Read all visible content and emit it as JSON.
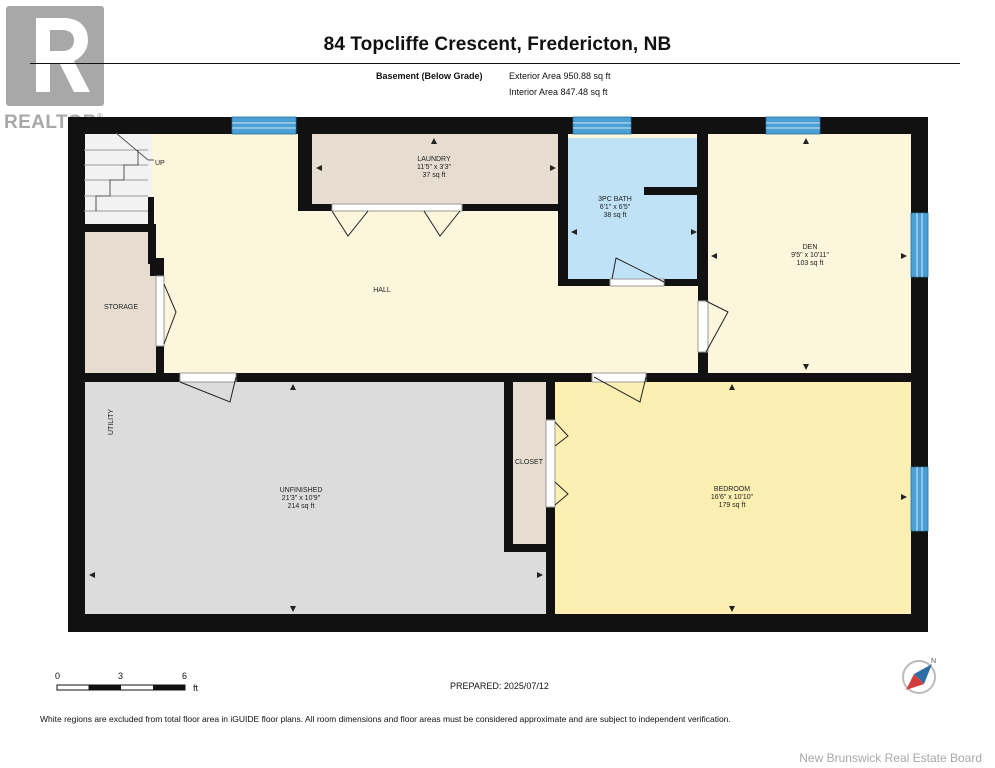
{
  "header": {
    "title": "84 Topcliffe Crescent, Fredericton, NB",
    "level_name": "Basement (Below Grade)",
    "exterior_area": "Exterior Area 950.88 sq ft",
    "interior_area": "Interior Area 847.48 sq ft"
  },
  "branding": {
    "realtor_logo_text": "REALTOR",
    "watermark": "New Brunswick Real Estate Board"
  },
  "rooms": {
    "laundry": {
      "name": "LAUNDRY",
      "dims": "11'5\" x 3'3\"",
      "area": "37 sq ft"
    },
    "bath": {
      "name": "3PC BATH",
      "dims": "6'1\" x 6'5\"",
      "area": "38 sq ft"
    },
    "den": {
      "name": "DEN",
      "dims": "9'5\" x 10'11\"",
      "area": "103 sq ft"
    },
    "hall": {
      "name": "HALL"
    },
    "storage": {
      "name": "STORAGE"
    },
    "utility": {
      "name": "UTILITY"
    },
    "unfinished": {
      "name": "UNFINISHED",
      "dims": "21'3\" x 10'9\"",
      "area": "214 sq ft"
    },
    "closet": {
      "name": "CLOSET"
    },
    "bedroom": {
      "name": "BEDROOM",
      "dims": "16'6\" x 10'10\"",
      "area": "179 sq ft"
    },
    "stairs": {
      "name": "UP"
    }
  },
  "scale": {
    "marks": [
      "0",
      "3",
      "6"
    ],
    "unit": "ft"
  },
  "prepared": "PREPARED: 2025/07/12",
  "disclaimer": "White regions are excluded from total floor area in iGUIDE floor plans. All room dimensions and floor areas must be considered approximate and are subject to independent verification.",
  "colors": {
    "wall": "#111111",
    "hall": "#fbf6dc",
    "laundry": "#e6ddd0",
    "bath": "#bfe2f7",
    "den": "#fbf6dc",
    "storage": "#e6ddd0",
    "closet": "#e6ddd0",
    "unfinished": "#dcdcdc",
    "bedroom": "#fdeeb2",
    "window": "#4a9fd4"
  }
}
